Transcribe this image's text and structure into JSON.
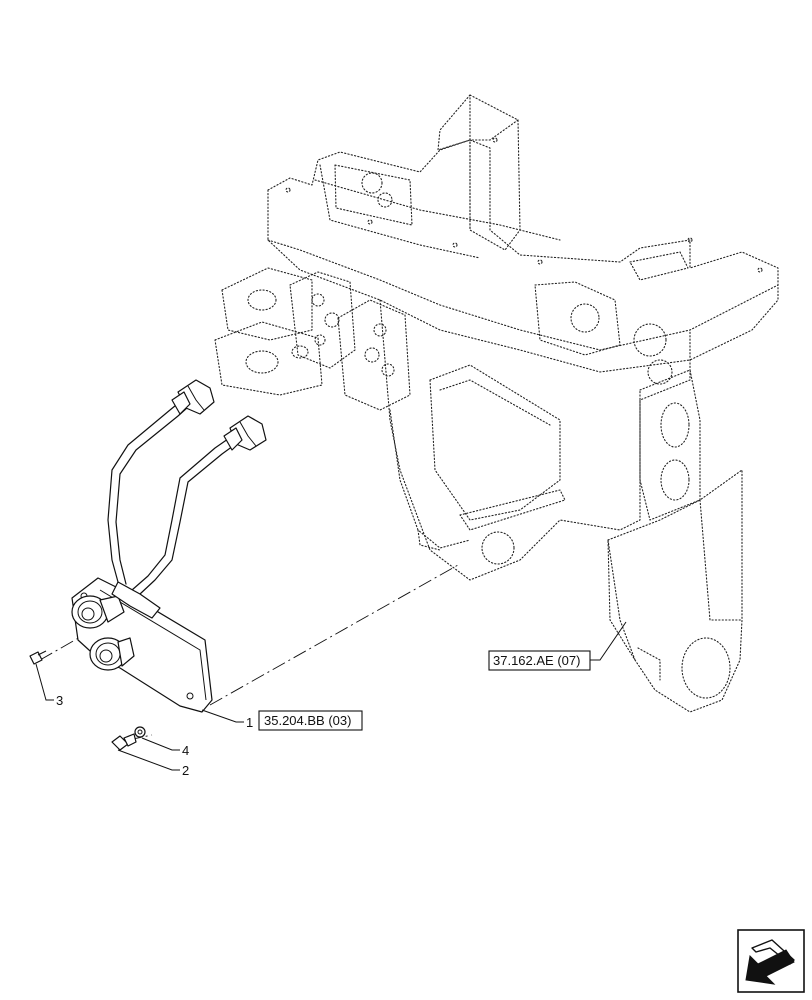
{
  "callouts": {
    "item_1": "1",
    "item_2": "2",
    "item_3": "3",
    "item_4": "4"
  },
  "references": {
    "coupler_ref": "35.204.BB (03)",
    "frame_ref": "37.162.AE (07)"
  },
  "icons": {
    "navigation": "back-arrow-icon"
  }
}
